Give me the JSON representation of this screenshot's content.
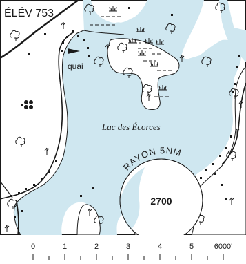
{
  "map": {
    "elevation_label": "ÉLÉV 753",
    "dock_label": "quai",
    "lake_name": "Lac des Écorces",
    "radius_label": "RAYON 5NM",
    "center_value": "2700"
  },
  "scale": {
    "ticks": [
      {
        "label": "0",
        "value": 0
      },
      {
        "label": "1",
        "value": 1000
      },
      {
        "label": "2",
        "value": 2000
      },
      {
        "label": "3",
        "value": 3000
      },
      {
        "label": "4",
        "value": 4000
      },
      {
        "label": "5",
        "value": 5000
      },
      {
        "label": "6000'",
        "value": 6000
      }
    ]
  },
  "colors": {
    "water": "#cfe7f0",
    "land": "#ffffff",
    "line": "#1a1a1a"
  },
  "icons": [
    "tree-icon",
    "marsh-icon",
    "building-icon",
    "dock-marker-icon"
  ]
}
